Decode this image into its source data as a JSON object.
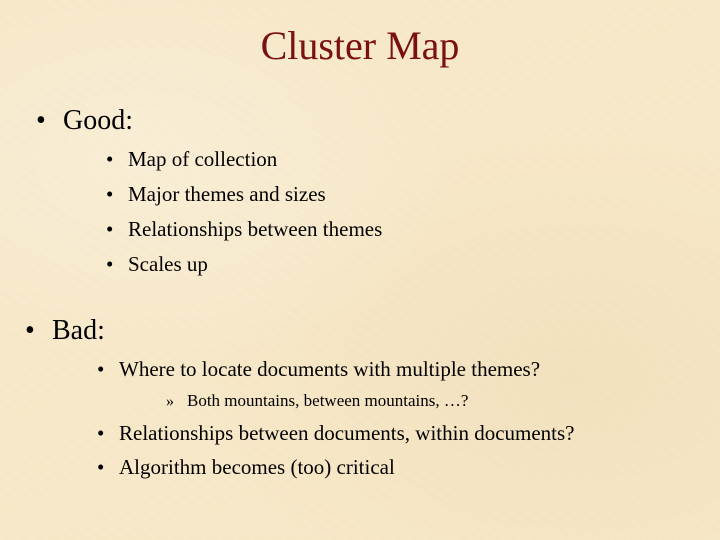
{
  "slide": {
    "title": "Cluster Map",
    "bullet_glyph": "•",
    "sub_glyph": "»",
    "good": {
      "label": "Good:",
      "items": [
        "Map of collection",
        "Major themes and sizes",
        "Relationships between themes",
        "Scales up"
      ]
    },
    "bad": {
      "label": "Bad:",
      "items": [
        {
          "text": "Where to locate documents with multiple themes?",
          "sub": "Both mountains, between mountains, …?"
        },
        {
          "text": "Relationships between documents, within documents?"
        },
        {
          "text": "Algorithm becomes (too) critical"
        }
      ]
    }
  }
}
